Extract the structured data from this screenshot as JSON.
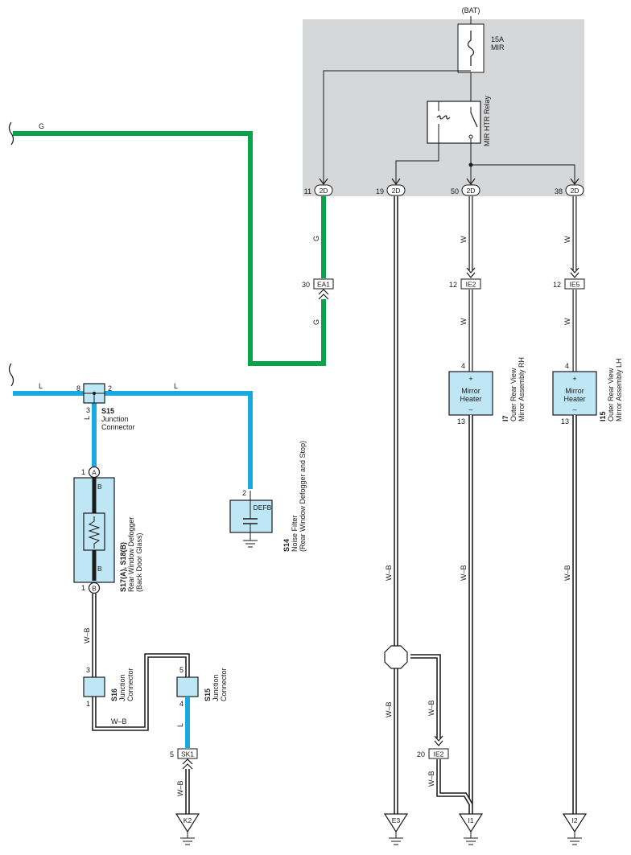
{
  "colors": {
    "green_wire": "#0aa24a",
    "blue_wire": "#19a9e1",
    "black_wire": "#1a1a1a",
    "relay_box": "#d6d7d9",
    "component_fill": "#bfe6f5",
    "white_wire": "#ffffff"
  },
  "relay_box": {
    "bat_label": "(BAT)",
    "fuse_rating": "15A",
    "fuse_name": "MIR",
    "relay_name": "MIR HTR Relay",
    "terminals": [
      {
        "pin": "11",
        "conn": "2D"
      },
      {
        "pin": "19",
        "conn": "2D"
      },
      {
        "pin": "50",
        "conn": "2D"
      },
      {
        "pin": "38",
        "conn": "2D"
      }
    ]
  },
  "wire_colors": {
    "g": "G",
    "l": "L",
    "w": "W",
    "wb": "W–B",
    "b": "B"
  },
  "connectors": {
    "ea1": {
      "pin": "30",
      "name": "EA1"
    },
    "ie2_top": {
      "pin": "12",
      "name": "IE2"
    },
    "ie5": {
      "pin": "12",
      "name": "IE5"
    },
    "ie2_bottom": {
      "pin": "20",
      "name": "IE2"
    },
    "sk1": {
      "pin": "5",
      "name": "SK1"
    }
  },
  "mirror_rh": {
    "code": "I7",
    "name1": "Outer Rear View",
    "name2": "Mirror Assembly RH",
    "pin_in": "4",
    "pin_out": "13",
    "plus": "+",
    "minus": "–",
    "label1": "Mirror",
    "label2": "Heater"
  },
  "mirror_lh": {
    "code": "I15",
    "name1": "Outer Rear View",
    "name2": "Mirror Assembly LH",
    "pin_in": "4",
    "pin_out": "13",
    "plus": "+",
    "minus": "–",
    "label1": "Mirror",
    "label2": "Heater"
  },
  "junction_s15_top": {
    "code": "S15",
    "name": "Junction",
    "name2": "Connector",
    "pin_left": "8",
    "pin_right": "2",
    "pin_bottom": "3"
  },
  "noise_filter": {
    "code": "S14",
    "name1": "Noise Filter",
    "name2": "(Rear Window Defogger and Stop)",
    "pin": "2",
    "terminal": "DEFB"
  },
  "defogger": {
    "code": "S17(A), S18(B)",
    "name1": "Rear Window Defogger",
    "name2": "(Back Door Glass)",
    "pin_top": "1",
    "conn_top": "A",
    "pin_bottom": "1",
    "conn_bottom": "B"
  },
  "junction_s16": {
    "code": "S16",
    "name": "Junction",
    "name2": "Connector",
    "pin_top": "3",
    "pin_bottom": "1"
  },
  "junction_s15_bottom": {
    "code": "S15",
    "name": "Junction",
    "name2": "Connector",
    "pin_top": "5",
    "pin_bottom": "4"
  },
  "grounds": [
    {
      "id": "K2"
    },
    {
      "id": "E3"
    },
    {
      "id": "I1"
    },
    {
      "id": "I2"
    }
  ]
}
